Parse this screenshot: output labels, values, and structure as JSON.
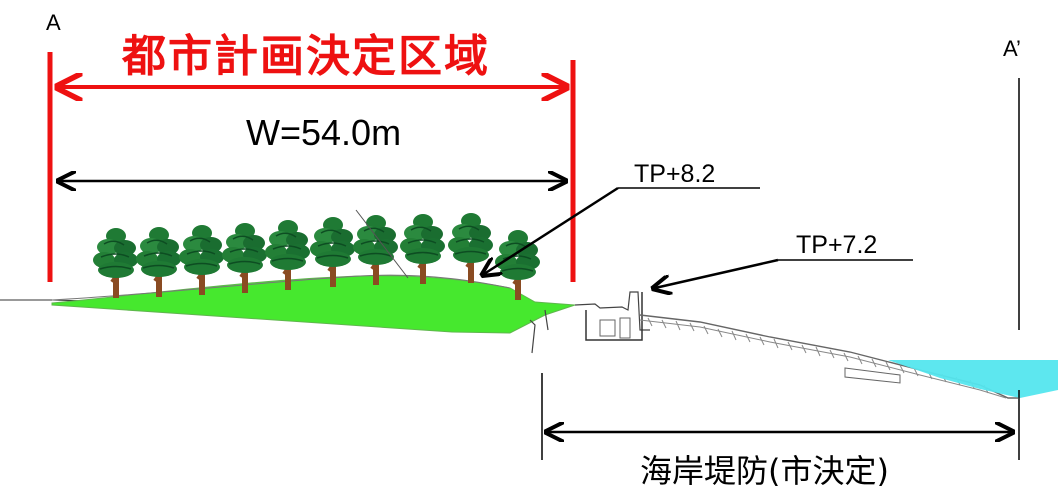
{
  "labels": {
    "point_a": "A",
    "point_a_prime": "A’",
    "title": "都市計画決定区域",
    "width": "W=54.0m",
    "tp_upper": "TP+8.2",
    "tp_lower": "TP+7.2",
    "seawall": "海岸堤防(市決定)"
  },
  "colors": {
    "title_red": "#ee1111",
    "embankment_green": "#46e82e",
    "tree_green": "#1f7a34",
    "trunk_brown": "#8a4b22",
    "sea_cyan": "#54e6ee"
  },
  "icons": {
    "tree": "tree-icon",
    "embankment": "green-embankment",
    "seawall_structure": "seawall-structure",
    "sea": "sea-water"
  }
}
